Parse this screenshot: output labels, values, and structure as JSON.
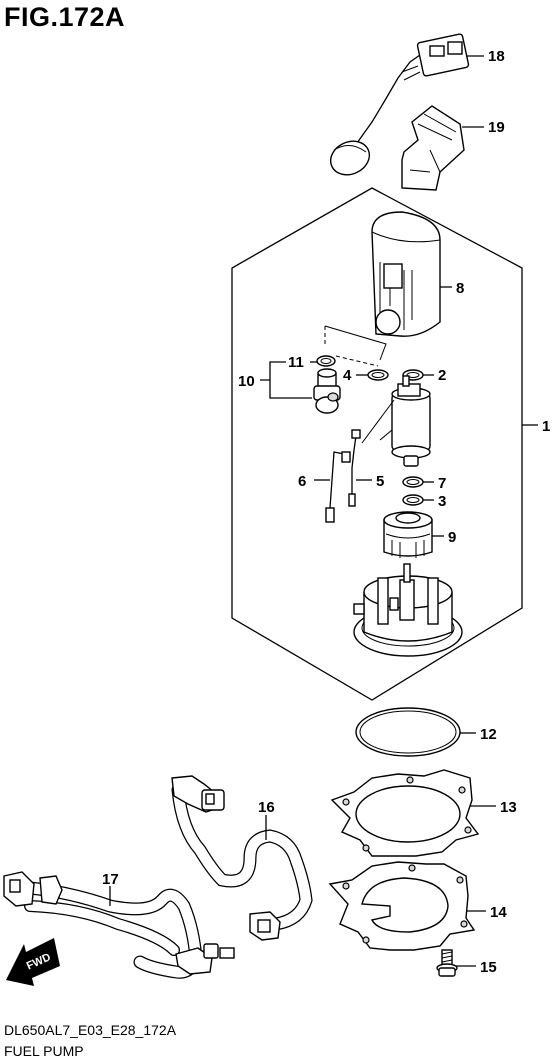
{
  "figure": {
    "title": "FIG.172A",
    "code": "DL650AL7_E03_E28_172A",
    "name": "FUEL PUMP",
    "fwd_label": "FWD"
  },
  "callouts": {
    "c1": "1",
    "c2": "2",
    "c3": "3",
    "c4": "4",
    "c5": "5",
    "c6": "6",
    "c7": "7",
    "c8": "8",
    "c9": "9",
    "c10": "10",
    "c11": "11",
    "c12": "12",
    "c13": "13",
    "c14": "14",
    "c15": "15",
    "c16": "16",
    "c17": "17",
    "c18": "18",
    "c19": "19"
  }
}
